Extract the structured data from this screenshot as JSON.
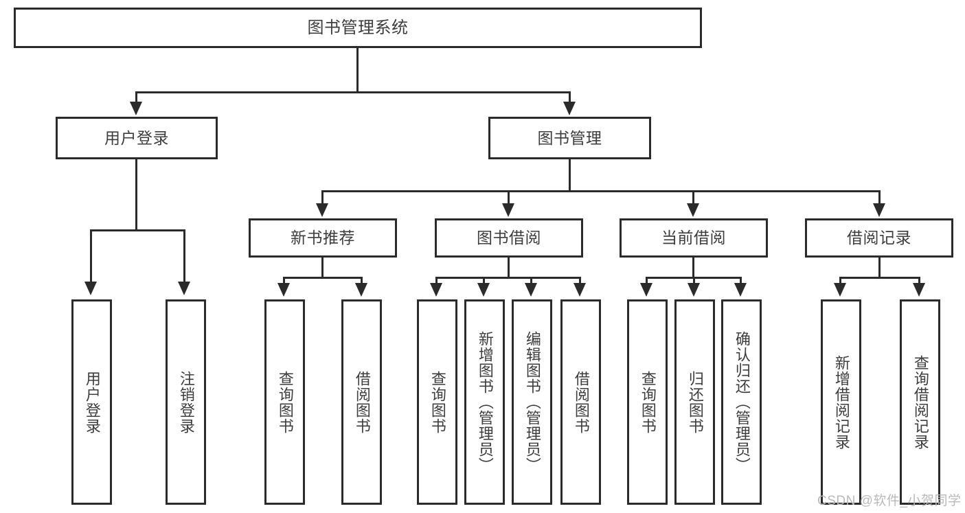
{
  "diagram": {
    "title": "图书管理系统",
    "root": {
      "label": "图书管理系统"
    },
    "level2": [
      {
        "label": "用户登录"
      },
      {
        "label": "图书管理"
      }
    ],
    "level3": [
      {
        "label": "新书推荐"
      },
      {
        "label": "图书借阅"
      },
      {
        "label": "当前借阅"
      },
      {
        "label": "借阅记录"
      }
    ],
    "leaves": [
      {
        "label": "用户登录"
      },
      {
        "label": "注销登录"
      },
      {
        "label": "查询图书"
      },
      {
        "label": "借阅图书"
      },
      {
        "label": "查询图书"
      },
      {
        "label": "新增图书（管理员）"
      },
      {
        "label": "编辑图书（管理员）"
      },
      {
        "label": "借阅图书"
      },
      {
        "label": "查询图书"
      },
      {
        "label": "归还图书"
      },
      {
        "label": "确认归还（管理员）"
      },
      {
        "label": "新增借阅记录"
      },
      {
        "label": "查询借阅记录"
      }
    ],
    "watermark": "CSDN @软件_小贺同学",
    "colors": {
      "stroke": "#2b2b2b",
      "text": "#3d3d3d",
      "background": "#ffffff",
      "watermark": "#b9b9b9"
    }
  }
}
